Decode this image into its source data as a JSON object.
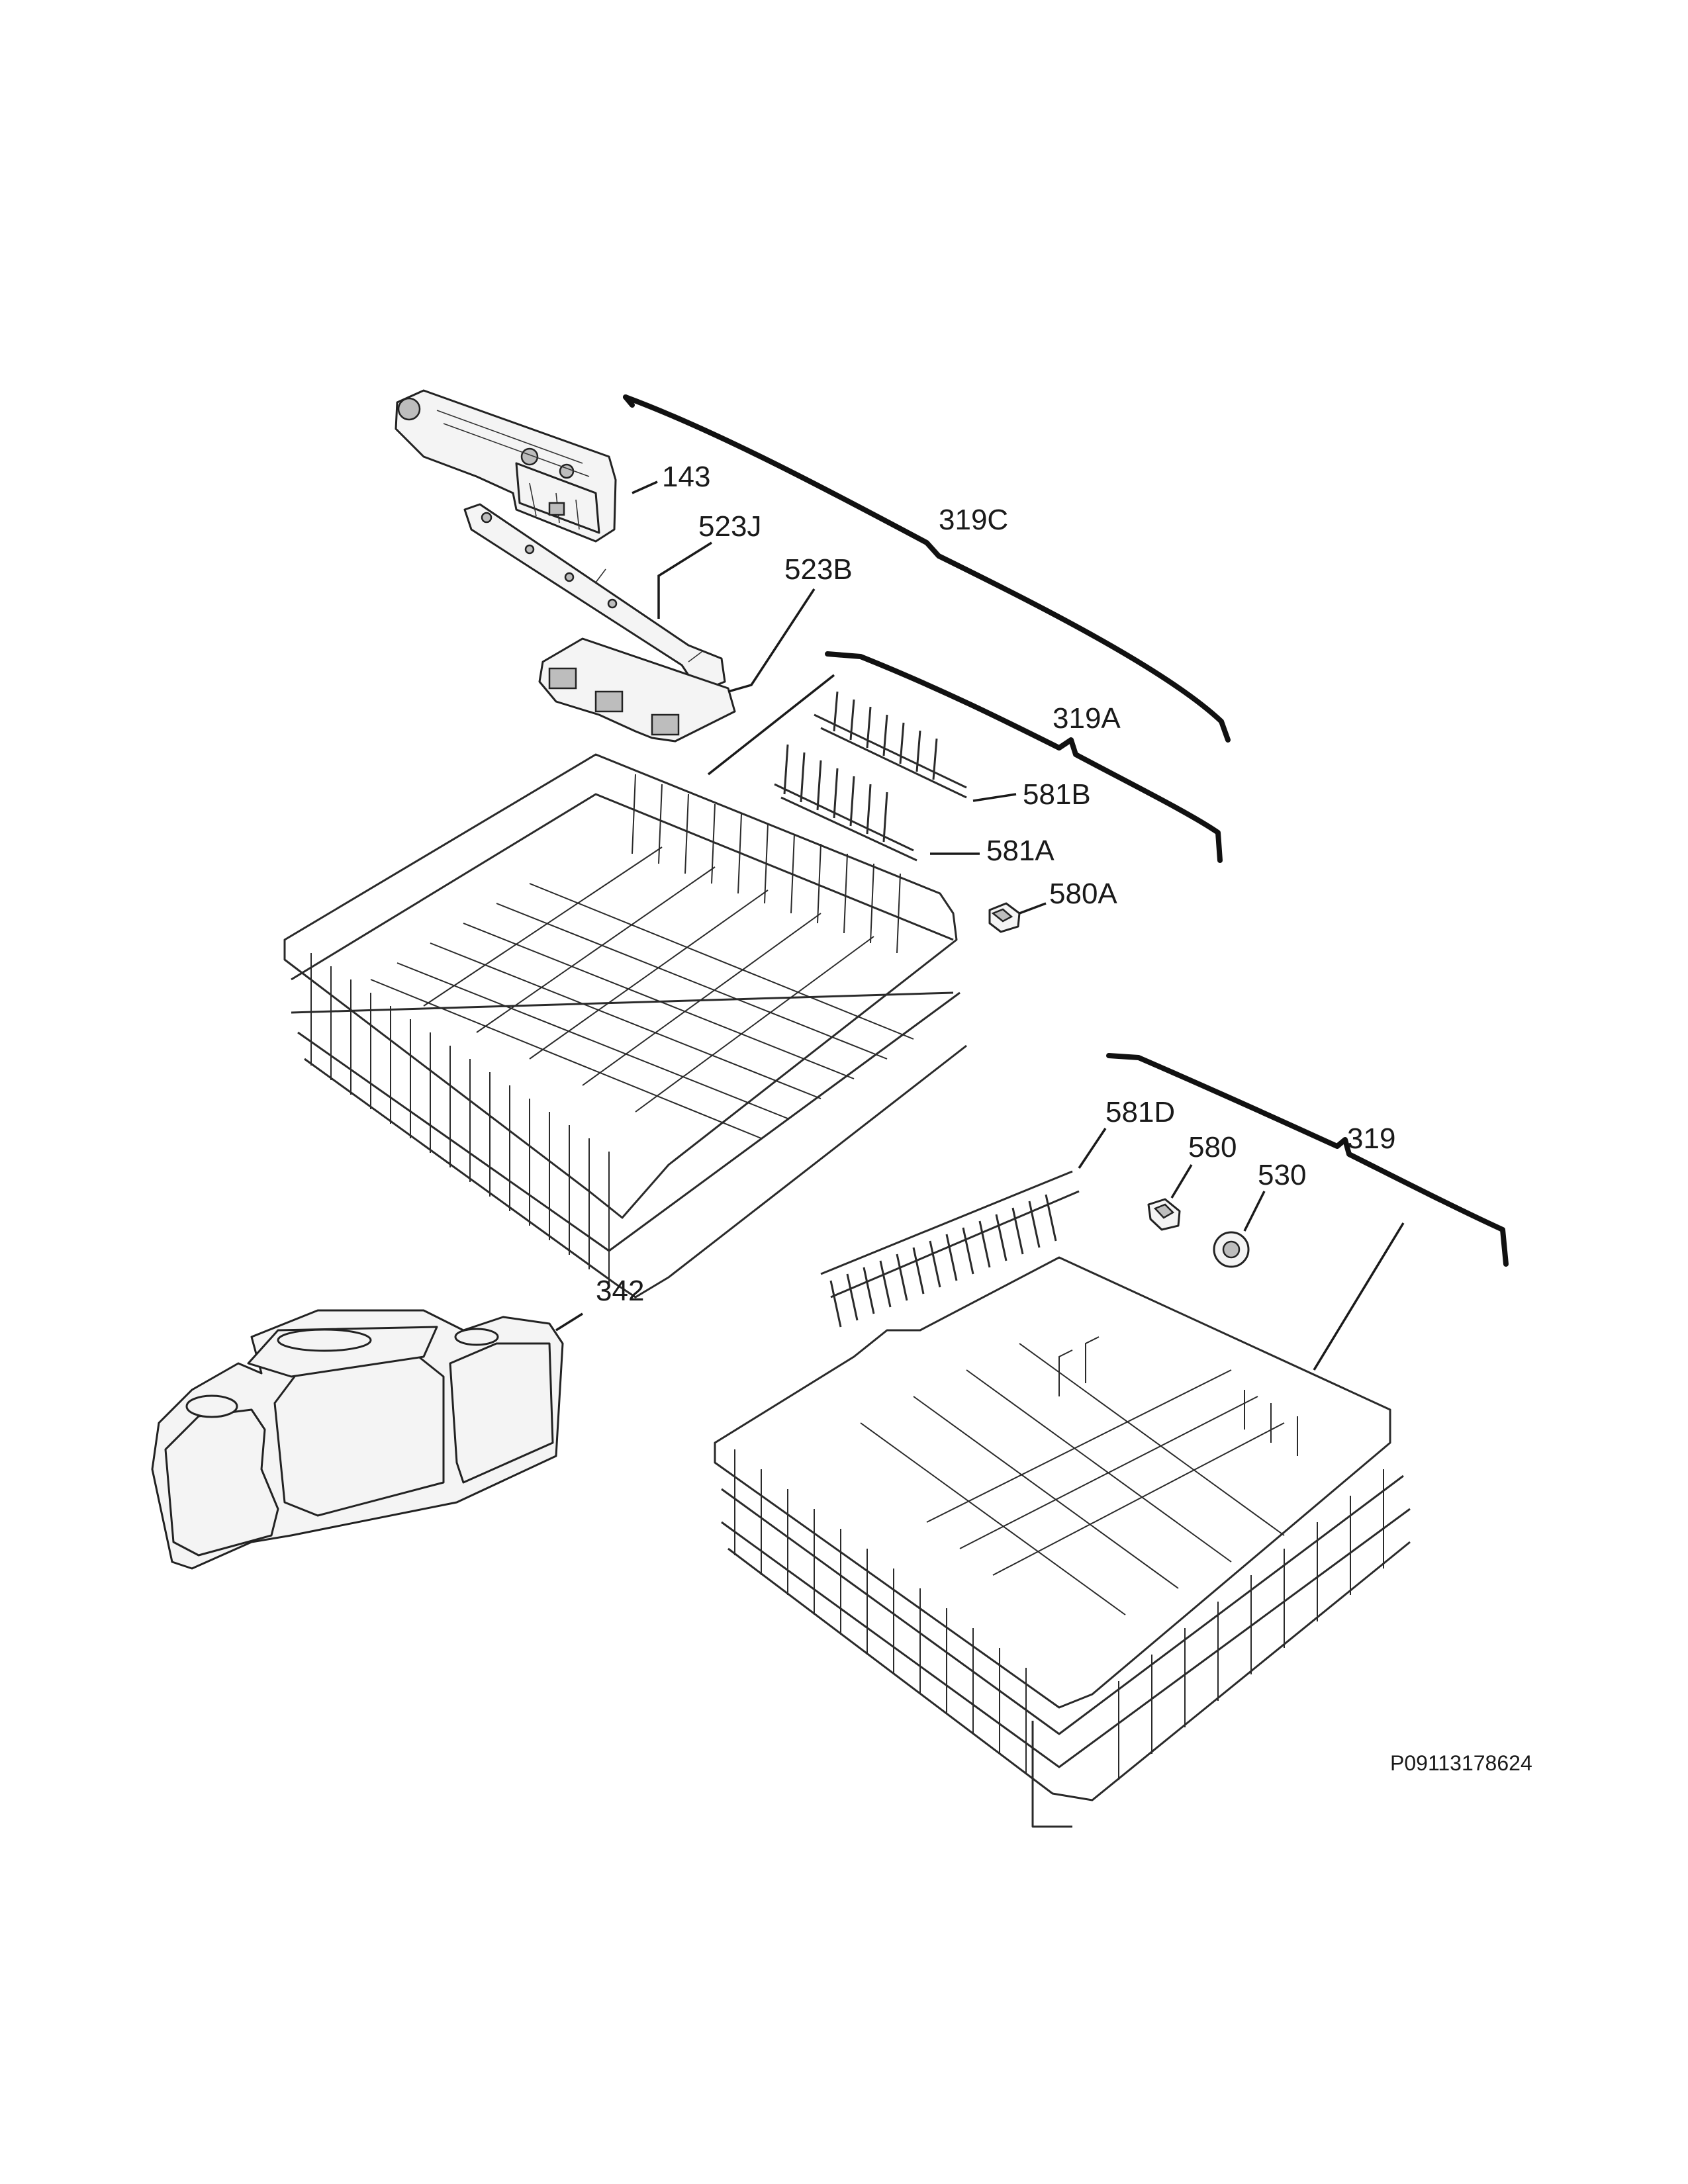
{
  "diagram": {
    "callouts": {
      "p143": "143",
      "p523J": "523J",
      "p523B": "523B",
      "p319C": "319C",
      "p319A": "319A",
      "p581B": "581B",
      "p581A": "581A",
      "p580A": "580A",
      "p581D": "581D",
      "p580": "580",
      "p530": "530",
      "p319": "319",
      "p342": "342"
    },
    "document_number": "P09113178624"
  }
}
